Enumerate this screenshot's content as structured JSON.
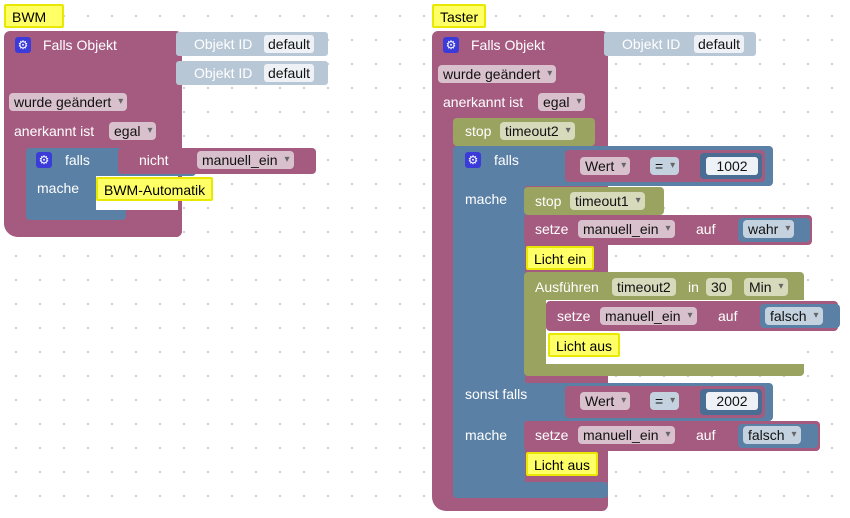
{
  "workspace": {
    "left_script": {
      "comment_title": "BWM",
      "event_label": "Falls Objekt",
      "object_id_label_1": "Objekt ID",
      "object_id_value_1": "default",
      "object_id_label_2": "Objekt ID",
      "object_id_value_2": "default",
      "trigger_dropdown": "wurde geändert",
      "ack_label": "anerkannt ist",
      "ack_dropdown": "egal",
      "if_label": "falls",
      "not_label": "nicht",
      "var_dropdown": "manuell_ein",
      "do_label": "mache",
      "comment_do": "BWM-Automatik"
    },
    "right_script": {
      "comment_title": "Taster",
      "event_label": "Falls Objekt",
      "object_id_label": "Objekt ID",
      "object_id_value": "default",
      "trigger_dropdown": "wurde geändert",
      "ack_label": "anerkannt ist",
      "ack_dropdown": "egal",
      "stop_label_1": "stop",
      "timeout2_dropdown": "timeout2",
      "if_label": "falls",
      "wert_dropdown_1": "Wert",
      "op_dropdown_1": "=",
      "compare_value_1": "1002",
      "do_label_1": "mache",
      "stop_label_2": "stop",
      "timeout1_dropdown": "timeout1",
      "set_label_1": "setze",
      "set_var_1": "manuell_ein",
      "set_on_label_1": "auf",
      "set_value_1": "wahr",
      "comment_licht_ein": "Licht ein",
      "exec_label": "Ausführen",
      "exec_timeout": "timeout2",
      "exec_in_label": "in",
      "exec_delay": "30",
      "exec_unit": "Min",
      "set_label_2": "setze",
      "set_var_2": "manuell_ein",
      "set_on_label_2": "auf",
      "set_value_2": "falsch",
      "comment_licht_aus_1": "Licht aus",
      "elseif_label": "sonst falls",
      "wert_dropdown_2": "Wert",
      "op_dropdown_2": "=",
      "compare_value_2": "2002",
      "do_label_2": "mache",
      "set_label_3": "setze",
      "set_var_3": "manuell_ein",
      "set_on_label_3": "auf",
      "set_value_3": "falsch",
      "comment_licht_aus_2": "Licht aus"
    }
  },
  "colors": {
    "event_block": "#a55b80",
    "control_block": "#5b80a5",
    "timer_block": "#9aa35f",
    "comment": "#ffff66",
    "object_id_field": "#b8c7d6"
  },
  "icons": {
    "gear": "gear-icon"
  }
}
